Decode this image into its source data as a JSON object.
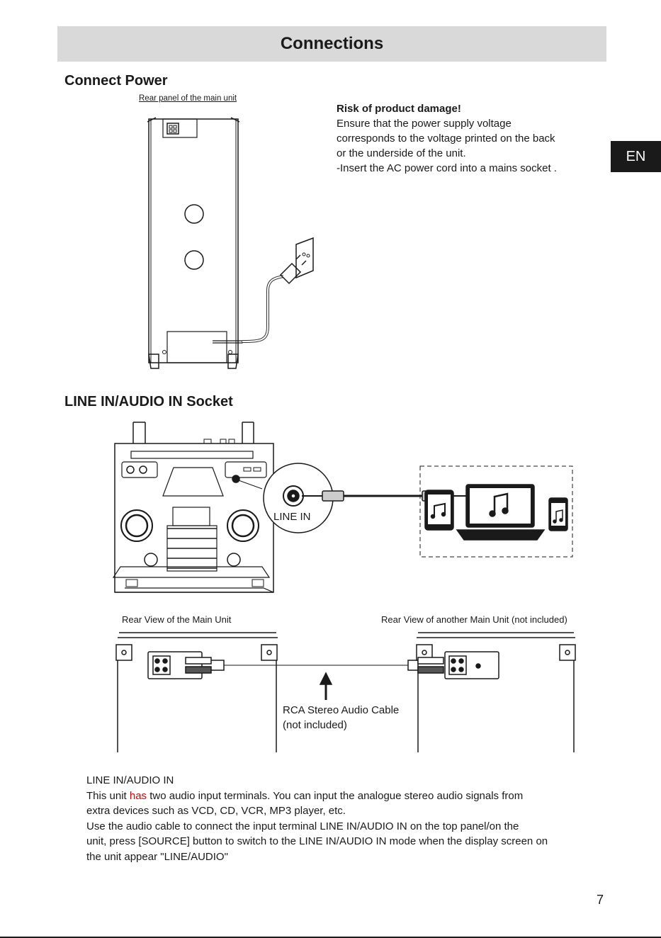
{
  "page": {
    "title": "Connections",
    "language_tab": "EN",
    "page_number": "7"
  },
  "connect_power": {
    "heading": "Connect Power",
    "rear_panel_caption": "Rear panel of the main unit",
    "warning_title": "Risk of product damage!",
    "warning_lines": [
      "Ensure that the power supply voltage",
      "corresponds to the voltage printed on the back",
      "or the underside of the unit.",
      "-Insert the AC power cord into a mains socket ."
    ]
  },
  "line_in": {
    "heading": "LINE IN/AUDIO IN Socket",
    "callout_label": "LINE IN",
    "rear_view_left": "Rear View of the Main Unit",
    "rear_view_right": "Rear View of another Main Unit (not included)",
    "rca_cable_label_1": "RCA Stereo Audio Cable",
    "rca_cable_label_2": "(not included)"
  },
  "description": {
    "title": "LINE IN/AUDIO IN",
    "line1_pre": "This unit ",
    "line1_highlight": "has",
    "line1_post": " two audio input terminals. You can input the analogue stereo audio signals from",
    "line2": "extra devices such as VCD, CD, VCR, MP3 player, etc.",
    "line3": "Use the audio cable to connect the input terminal LINE IN/AUDIO IN on the top panel/on the",
    "line4": "unit, press [SOURCE] button to switch to the LINE IN/AUDIO IN mode when the display screen on",
    "line5": "the unit appear \"LINE/AUDIO\""
  },
  "colors": {
    "title_bar_bg": "#d9d9d9",
    "language_tab_bg": "#1a1a1a",
    "highlight_red": "#e00000"
  }
}
